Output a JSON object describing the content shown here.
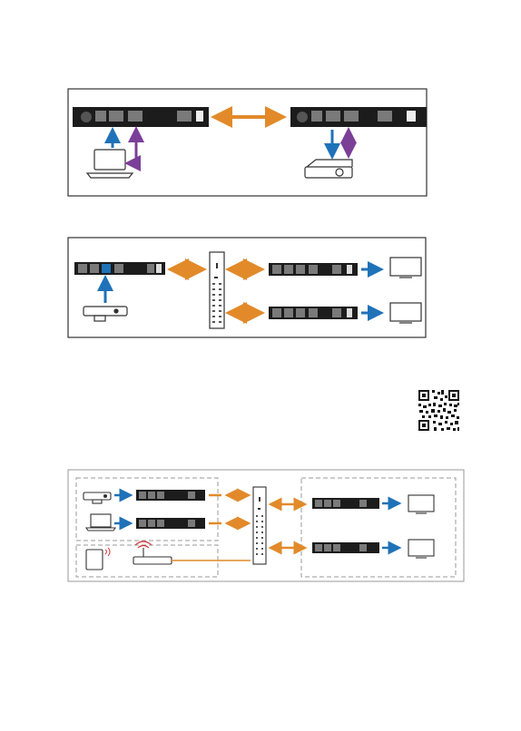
{
  "page": {
    "background": "#ffffff"
  },
  "colors": {
    "frame": "#333333",
    "device": "#1c1c1c",
    "port": "#7a7a7a",
    "hdmi_blue": "#1f72b8",
    "usb_purple": "#7b3f98",
    "network_orange": "#e28a2a",
    "dashed": "#9a9a9a"
  },
  "diagrams": {
    "point_to_point": {
      "source": "laptop-icon",
      "sink": "projector-icon",
      "links": [
        "hdmi",
        "usb",
        "network"
      ]
    },
    "one_to_many": {
      "source": "media-player-icon",
      "switch": "network-switch-icon",
      "displays": 2
    },
    "many_to_many": {
      "sources": [
        "media-player-icon",
        "laptop-icon"
      ],
      "control": [
        "tablet-icon",
        "wireless-router-icon"
      ],
      "switch": "network-switch-icon",
      "displays": 2
    }
  },
  "qr_code": {
    "icon": "qr-code-icon"
  }
}
